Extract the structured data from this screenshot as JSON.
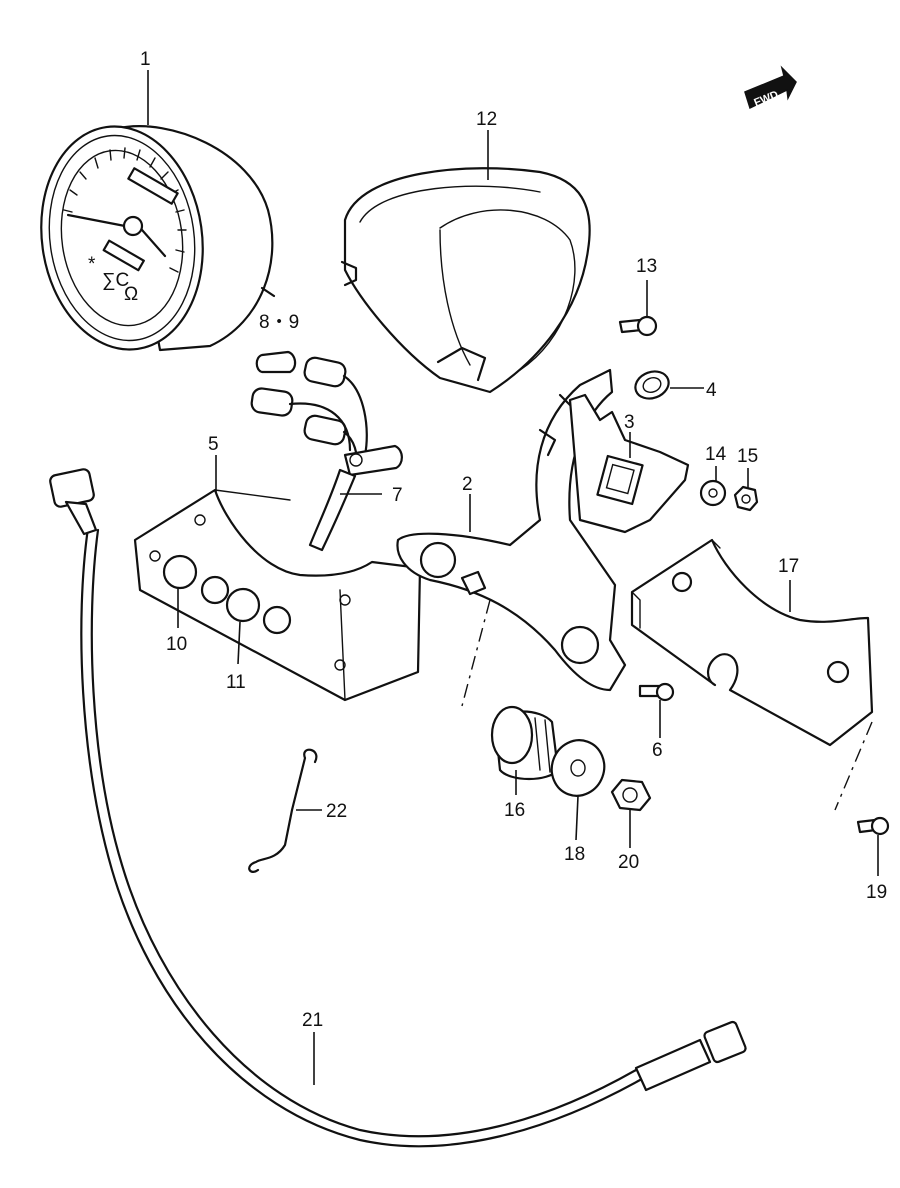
{
  "diagram": {
    "fwd_label": "FWD",
    "callouts": [
      {
        "id": "1",
        "label": "1"
      },
      {
        "id": "2",
        "label": "2"
      },
      {
        "id": "3",
        "label": "3"
      },
      {
        "id": "4",
        "label": "4"
      },
      {
        "id": "5",
        "label": "5"
      },
      {
        "id": "6",
        "label": "6"
      },
      {
        "id": "7",
        "label": "7"
      },
      {
        "id": "8-9",
        "label": "8・9"
      },
      {
        "id": "10",
        "label": "10"
      },
      {
        "id": "11",
        "label": "11"
      },
      {
        "id": "12",
        "label": "12"
      },
      {
        "id": "13",
        "label": "13"
      },
      {
        "id": "14",
        "label": "14"
      },
      {
        "id": "15",
        "label": "15"
      },
      {
        "id": "16",
        "label": "16"
      },
      {
        "id": "17",
        "label": "17"
      },
      {
        "id": "18",
        "label": "18"
      },
      {
        "id": "19",
        "label": "19"
      },
      {
        "id": "20",
        "label": "20"
      },
      {
        "id": "21",
        "label": "21"
      },
      {
        "id": "22",
        "label": "22"
      }
    ]
  }
}
